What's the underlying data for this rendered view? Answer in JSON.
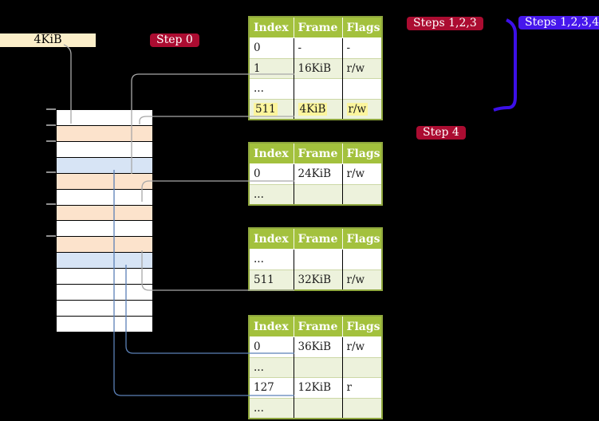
{
  "labels": {
    "frame_box": "4KiB",
    "step0": "Step 0",
    "steps123": "Steps 1,2,3",
    "steps1234": "Steps 1,2,3,4",
    "step4": "Step 4"
  },
  "colors": {
    "background": "#000000",
    "badge_red": "#ab0c31",
    "badge_blue": "#4617ec",
    "arrow_violet": "#3c10e8",
    "arrow_steelblue": "#5b80b6",
    "arrow_gray": "#a8a8a8",
    "table_header_green": "#a3c13d",
    "table_row_green": "#edf2dc",
    "table_border_olive": "#8fa73e",
    "memory_peach": "#fce3cc",
    "memory_blue": "#d7e4f5",
    "memory_white": "#ffffff",
    "frame_box_cream": "#fbeec9",
    "highlight_yellow": "#fcf59d",
    "tick_gray": "#8f8f8f"
  },
  "page_tables": [
    {
      "name": "page-table-1",
      "headers": [
        "Index",
        "Frame",
        "Flags"
      ],
      "rows": [
        {
          "cells": [
            "0",
            "-",
            "-"
          ],
          "highlight": false
        },
        {
          "cells": [
            "1",
            "16KiB",
            "r/w"
          ],
          "highlight": false
        },
        {
          "cells": [
            "...",
            "",
            ""
          ],
          "highlight": false
        },
        {
          "cells": [
            "511",
            "4KiB",
            "r/w"
          ],
          "highlight": true
        }
      ]
    },
    {
      "name": "page-table-2",
      "headers": [
        "Index",
        "Frame",
        "Flags"
      ],
      "rows": [
        {
          "cells": [
            "0",
            "24KiB",
            "r/w"
          ],
          "highlight": false
        },
        {
          "cells": [
            "...",
            "",
            ""
          ],
          "highlight": false
        }
      ]
    },
    {
      "name": "page-table-3",
      "headers": [
        "Index",
        "Frame",
        "Flags"
      ],
      "rows": [
        {
          "cells": [
            "...",
            "",
            ""
          ],
          "highlight": false
        },
        {
          "cells": [
            "511",
            "32KiB",
            "r/w"
          ],
          "highlight": false
        }
      ]
    },
    {
      "name": "page-table-4",
      "headers": [
        "Index",
        "Frame",
        "Flags"
      ],
      "rows": [
        {
          "cells": [
            "0",
            "36KiB",
            "r/w"
          ],
          "highlight": false
        },
        {
          "cells": [
            "...",
            "",
            ""
          ],
          "highlight": false
        },
        {
          "cells": [
            "127",
            "12KiB",
            "r"
          ],
          "highlight": false
        },
        {
          "cells": [
            "...",
            "",
            ""
          ],
          "highlight": false
        }
      ]
    }
  ],
  "memory_column": {
    "rows": [
      "white",
      "peach",
      "white",
      "blue",
      "peach",
      "white",
      "peach",
      "white",
      "peach",
      "blue",
      "white",
      "white",
      "white",
      "white"
    ]
  }
}
